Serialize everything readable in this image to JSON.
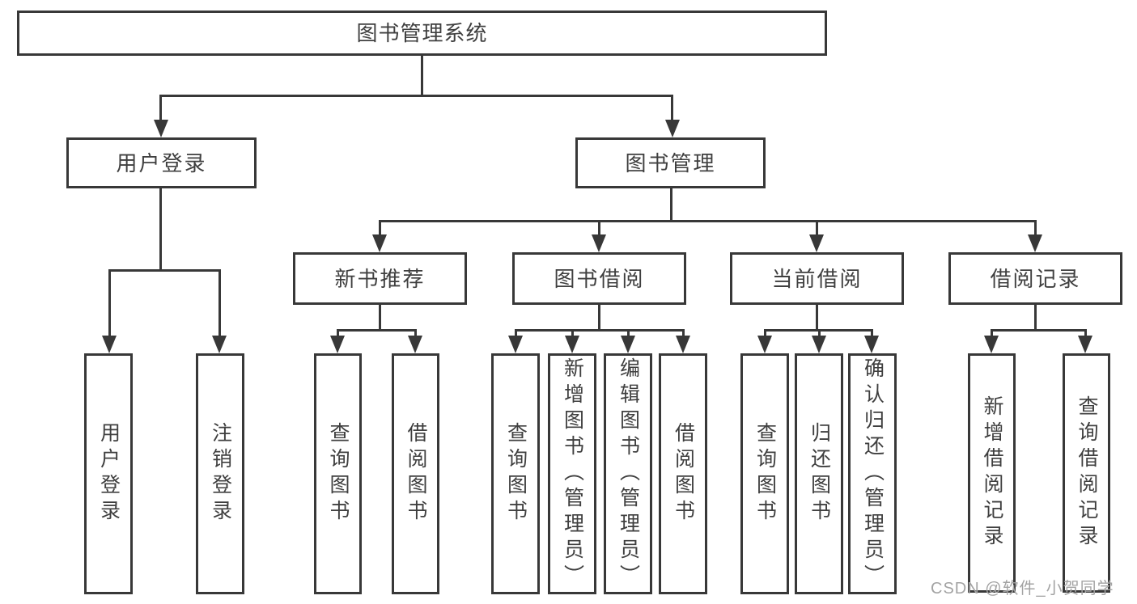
{
  "colors": {
    "background": "#ffffff",
    "line": "#383838",
    "box_border": "#383838",
    "text": "#3f3f3f",
    "watermark": "#a3a3a3"
  },
  "tree": {
    "root": {
      "label": "图书管理系统"
    },
    "branches": [
      {
        "label": "用户登录",
        "children": [
          {
            "label": "用户登录"
          },
          {
            "label": "注销登录"
          }
        ]
      },
      {
        "label": "图书管理",
        "children": [
          {
            "label": "新书推荐",
            "children": [
              {
                "label": "查询图书"
              },
              {
                "label": "借阅图书"
              }
            ]
          },
          {
            "label": "图书借阅",
            "children": [
              {
                "label": "查询图书"
              },
              {
                "label": "新增图书（管理员）"
              },
              {
                "label": "编辑图书（管理员）"
              },
              {
                "label": "借阅图书"
              }
            ]
          },
          {
            "label": "当前借阅",
            "children": [
              {
                "label": "查询图书"
              },
              {
                "label": "归还图书"
              },
              {
                "label": "确认归还（管理员）"
              }
            ]
          },
          {
            "label": "借阅记录",
            "children": [
              {
                "label": "新增借阅记录"
              },
              {
                "label": "查询借阅记录"
              }
            ]
          }
        ]
      }
    ]
  },
  "watermark": {
    "text": "CSDN @软件_小贺同学"
  }
}
